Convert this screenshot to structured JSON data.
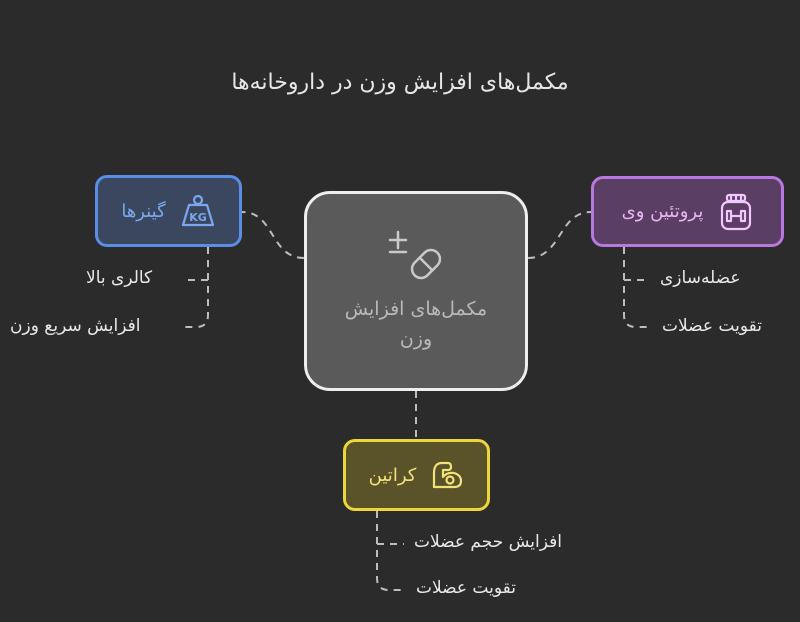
{
  "title": "مکمل‌های افزایش وزن در داروخانه‌ها",
  "center": {
    "label": "مکمل‌های افزایش وزن",
    "icon": "pills-plus-minus-icon"
  },
  "branches": {
    "gainers": {
      "label": "گینرها",
      "icon": "kg-weight-icon",
      "color": "#5a8ee6",
      "items": [
        "کالری بالا",
        "افزایش سریع وزن"
      ]
    },
    "protein": {
      "label": "پروتئین وی",
      "icon": "protein-jar-icon",
      "color": "#b778e0",
      "items": [
        "عضله‌سازی",
        "تقویت عضلات"
      ]
    },
    "creatine": {
      "label": "کراتین",
      "icon": "flexed-arm-icon",
      "color": "#ecd73a",
      "items": [
        "افزایش حجم عضلات",
        "تقویت عضلات"
      ]
    }
  }
}
